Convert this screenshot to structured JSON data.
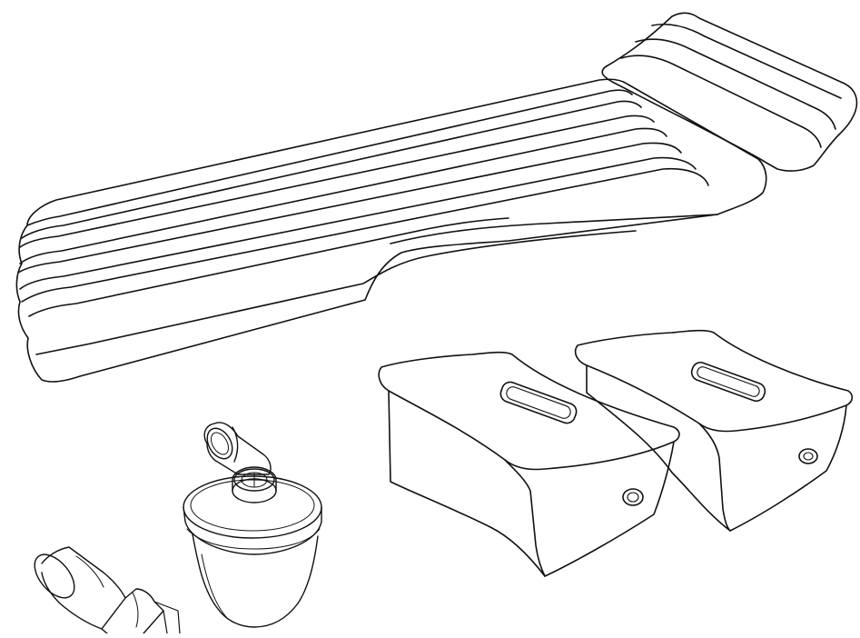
{
  "scene": {
    "background": "#ffffff",
    "line_color": "#111111",
    "objects": [
      "inflatable-car-mattress",
      "inflatable-support-block-left",
      "inflatable-support-block-right",
      "electric-air-pump",
      "pump-nozzle-adapter"
    ]
  }
}
